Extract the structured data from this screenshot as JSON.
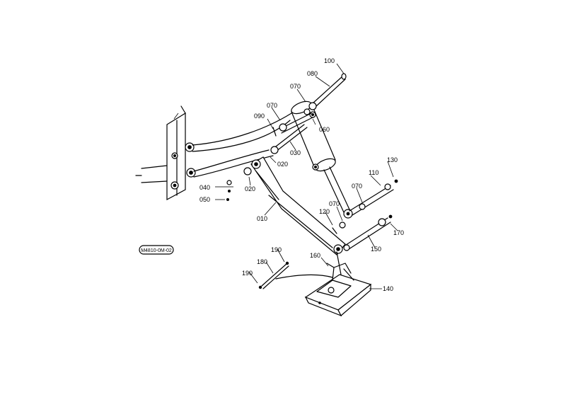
{
  "diagram": {
    "reference_code": "M4810-0M-02",
    "callouts": [
      {
        "id": "c010",
        "text": "010"
      },
      {
        "id": "c020a",
        "text": "020"
      },
      {
        "id": "c020b",
        "text": "020"
      },
      {
        "id": "c030",
        "text": "030"
      },
      {
        "id": "c040",
        "text": "040"
      },
      {
        "id": "c050",
        "text": "050"
      },
      {
        "id": "c060",
        "text": "060"
      },
      {
        "id": "c070a",
        "text": "070"
      },
      {
        "id": "c070b",
        "text": "070"
      },
      {
        "id": "c070c",
        "text": "070"
      },
      {
        "id": "c070d",
        "text": "070"
      },
      {
        "id": "c080",
        "text": "080"
      },
      {
        "id": "c090",
        "text": "090"
      },
      {
        "id": "c100",
        "text": "100"
      },
      {
        "id": "c110",
        "text": "110"
      },
      {
        "id": "c120",
        "text": "120"
      },
      {
        "id": "c130",
        "text": "130"
      },
      {
        "id": "c140",
        "text": "140"
      },
      {
        "id": "c150",
        "text": "150"
      },
      {
        "id": "c160",
        "text": "160"
      },
      {
        "id": "c170",
        "text": "170"
      },
      {
        "id": "c180",
        "text": "180"
      },
      {
        "id": "c190a",
        "text": "190"
      },
      {
        "id": "c190b",
        "text": "190"
      }
    ]
  }
}
